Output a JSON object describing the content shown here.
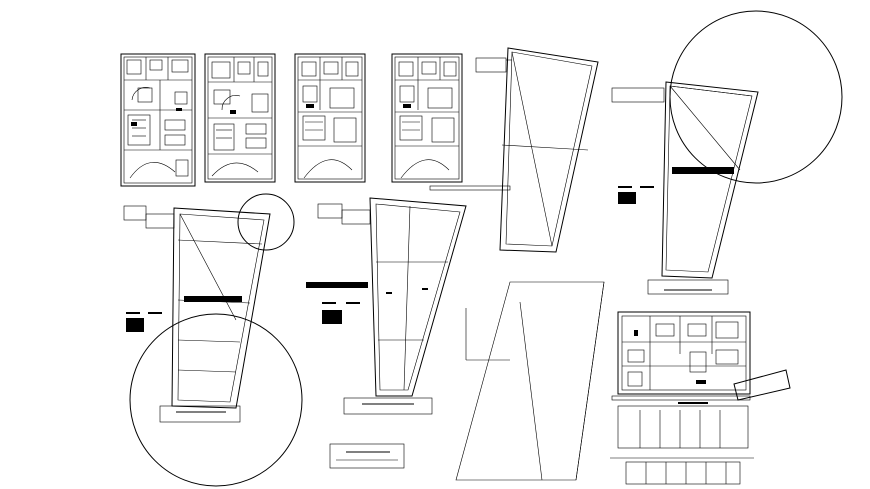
{
  "drawing": {
    "content_type": "architectural CAD sheet",
    "line_color": "#000000",
    "background_color": "#ffffff",
    "views": [
      "floor-plan-1",
      "floor-plan-2",
      "floor-plan-3",
      "floor-plan-4",
      "plot-outline-top",
      "plot-outline-circle",
      "plot-left-circle",
      "plot-center",
      "plot-lower-right-grid",
      "building-plan-lower-right"
    ]
  }
}
